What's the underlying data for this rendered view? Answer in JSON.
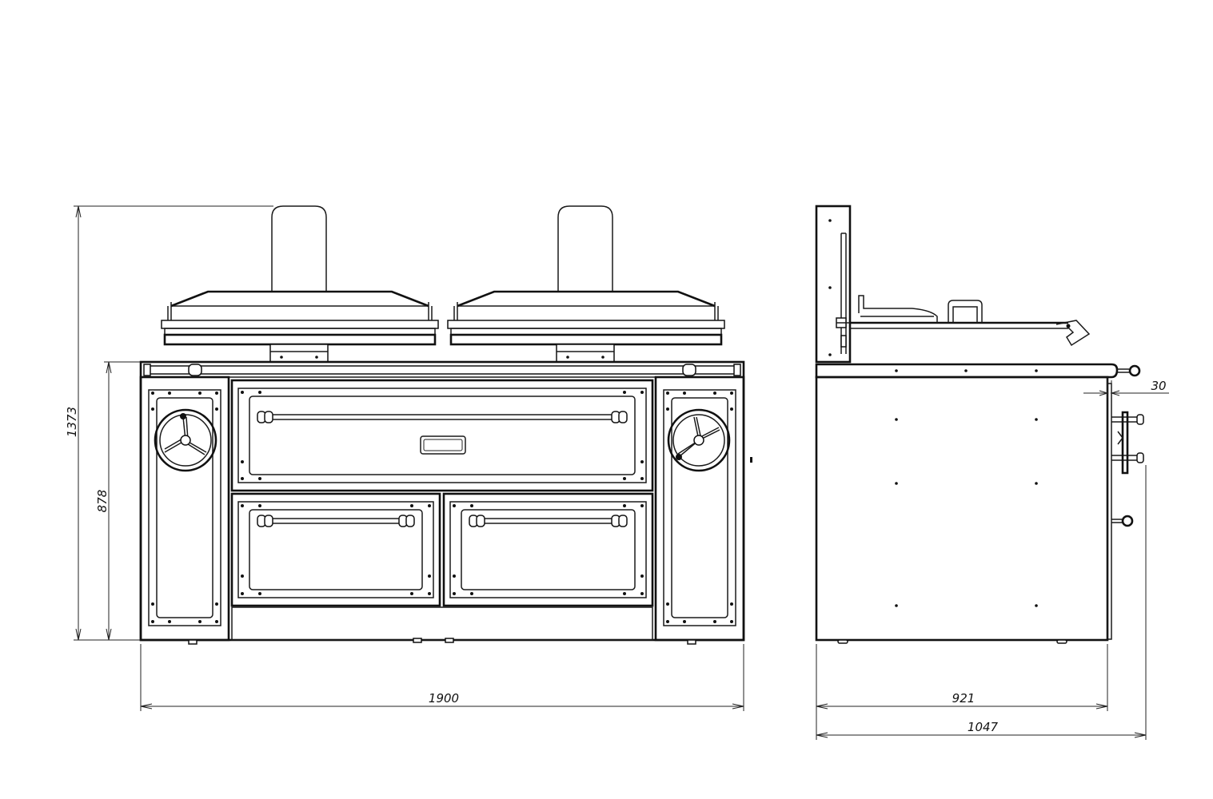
{
  "dimensions": {
    "total_height": "1373",
    "body_height": "878",
    "front_width": "1900",
    "side_depth": "921",
    "side_total_depth": "1047",
    "handle_offset": "30"
  },
  "colors": {
    "line": "#111111",
    "background": "#ffffff"
  }
}
